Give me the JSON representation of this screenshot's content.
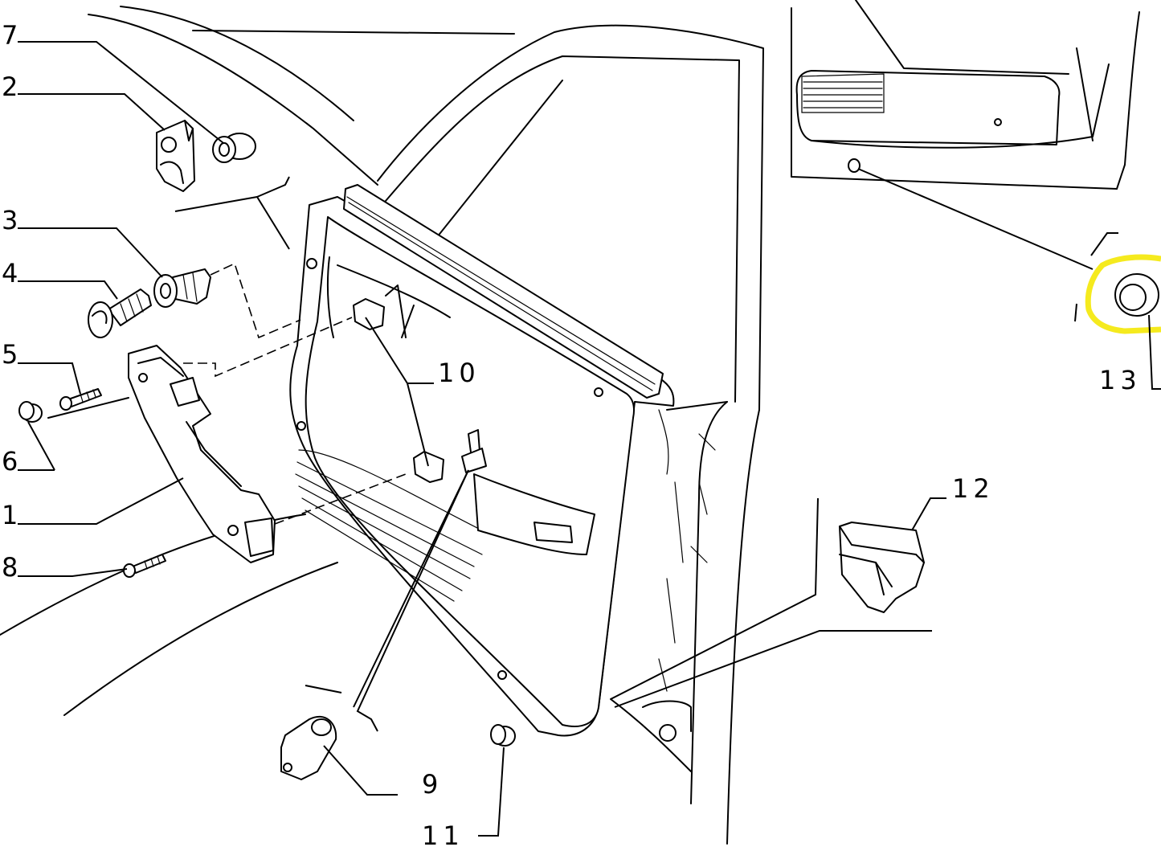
{
  "diagram": {
    "callouts": [
      {
        "id": "c7",
        "label": "7"
      },
      {
        "id": "c2",
        "label": "2"
      },
      {
        "id": "c3",
        "label": "3"
      },
      {
        "id": "c4",
        "label": "4"
      },
      {
        "id": "c5",
        "label": "5"
      },
      {
        "id": "c6",
        "label": "6"
      },
      {
        "id": "c1",
        "label": "1"
      },
      {
        "id": "c8",
        "label": "8"
      },
      {
        "id": "c10",
        "label": "10"
      },
      {
        "id": "c12",
        "label": "12"
      },
      {
        "id": "c13",
        "label": "13"
      },
      {
        "id": "c9",
        "label": "9"
      },
      {
        "id": "c11",
        "label": "11"
      }
    ],
    "highlight_color": "#f5ea1e",
    "line_color": "#000000"
  }
}
